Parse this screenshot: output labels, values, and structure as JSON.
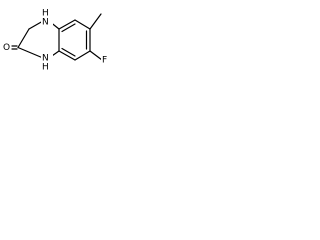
{
  "structure": {
    "atoms": {
      "n4_label": "H",
      "n4_n": "N",
      "n1_label": "H",
      "n1_n": "N",
      "oxygen": "O",
      "fluorine": "F"
    }
  }
}
